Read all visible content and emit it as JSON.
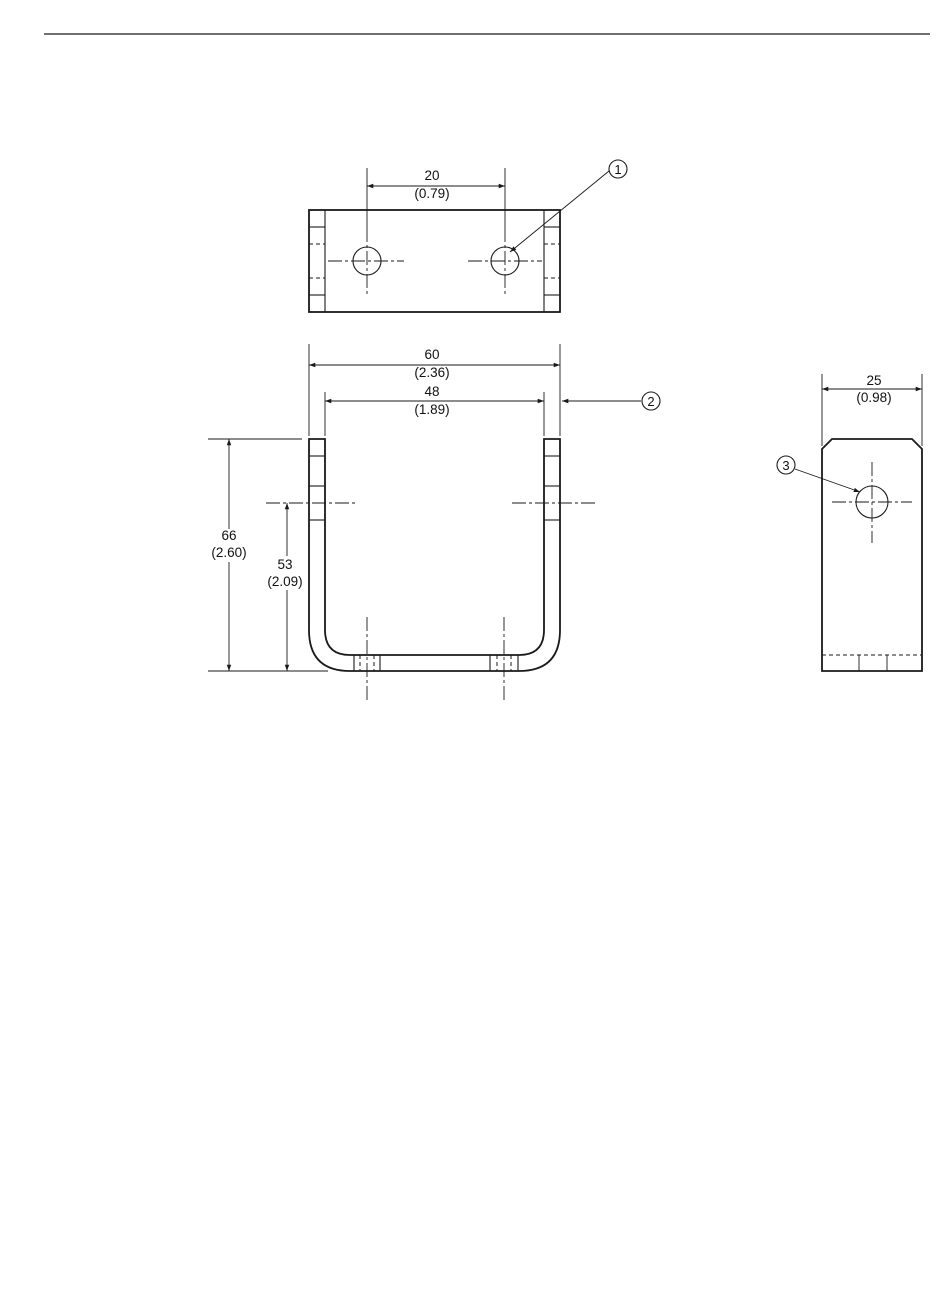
{
  "dimensions": {
    "hole_spacing": {
      "mm": "20",
      "inch": "(0.79)"
    },
    "outer_width": {
      "mm": "60",
      "inch": "(2.36)"
    },
    "inner_width": {
      "mm": "48",
      "inch": "(1.89)"
    },
    "overall_height": {
      "mm": "66",
      "inch": "(2.60)"
    },
    "hole_height": {
      "mm": "53",
      "inch": "(2.09)"
    },
    "side_width": {
      "mm": "25",
      "inch": "(0.98)"
    }
  },
  "callouts": [
    "1",
    "2",
    "3"
  ]
}
